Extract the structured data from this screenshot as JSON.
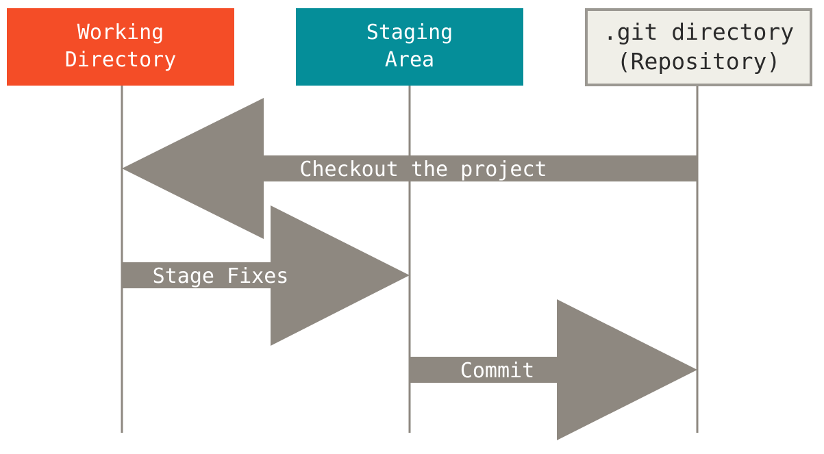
{
  "nodes": {
    "working_directory": {
      "line1": "Working",
      "line2": "Directory",
      "color": "#f44d27"
    },
    "staging_area": {
      "line1": "Staging",
      "line2": "Area",
      "color": "#058e99"
    },
    "repository": {
      "line1": ".git directory",
      "line2": "(Repository)",
      "fill_color": "#f0efe8",
      "border_color": "#9b9892"
    }
  },
  "arrows": {
    "checkout": {
      "label": "Checkout the project",
      "from": "repository",
      "to": "working_directory"
    },
    "stage": {
      "label": "Stage Fixes",
      "from": "working_directory",
      "to": "staging_area"
    },
    "commit": {
      "label": "Commit",
      "from": "staging_area",
      "to": "repository"
    }
  },
  "colors": {
    "arrow": "#8e8880",
    "lifeline": "#8e8880"
  }
}
